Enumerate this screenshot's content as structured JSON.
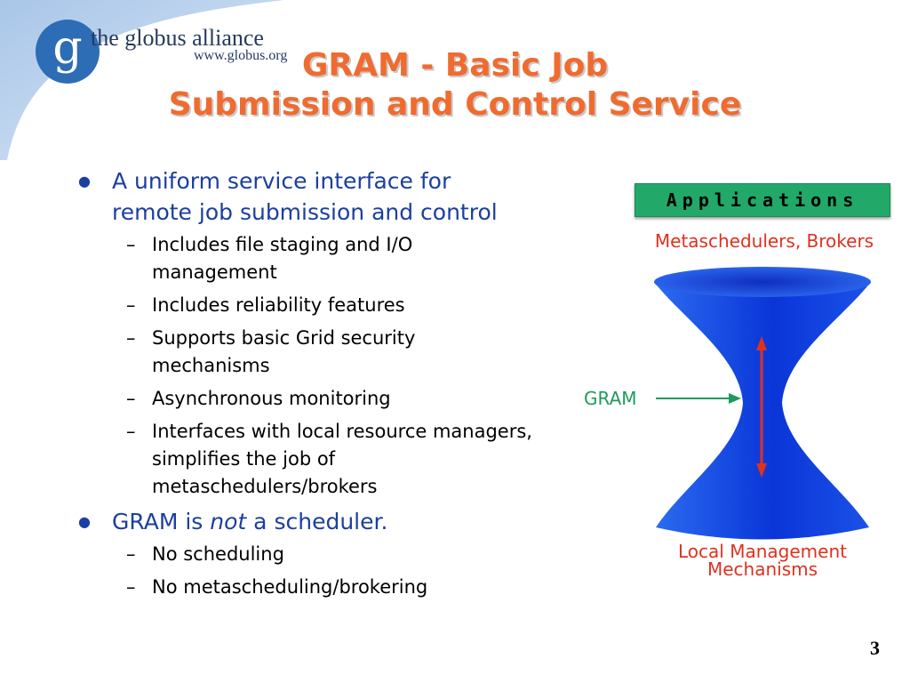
{
  "header": {
    "logo_letter": "g",
    "org_name": "the globus alliance",
    "org_url": "www.globus.org"
  },
  "title": {
    "line1": "GRAM - Basic Job",
    "line2": "Submission and Control Service"
  },
  "bullets": [
    {
      "text": "A uniform service interface for remote job submission and control",
      "subs": [
        "Includes file staging and I/O management",
        "Includes reliability features",
        "Supports basic Grid security mechanisms",
        "Asynchronous monitoring",
        "Interfaces with local resource managers, simplifies the job of metaschedulers/brokers"
      ]
    },
    {
      "text_before": "GRAM is ",
      "text_em": "not",
      "text_after": " a scheduler.",
      "subs": [
        "No scheduling",
        "No metascheduling/brokering"
      ]
    }
  ],
  "figure": {
    "top_box": "Applications",
    "upper_label": "Metaschedulers, Brokers",
    "pointer_label": "GRAM",
    "lower_label_line1": "Local Management",
    "lower_label_line2": "Mechanisms"
  },
  "colors": {
    "title": "#f06b2f",
    "bullet_text": "#1b3fa0",
    "hourglass": "#1a4fe0",
    "applications_box": "#22a868",
    "label_red": "#e0301e",
    "gram_green": "#1f9a5c"
  },
  "page_number": "3"
}
